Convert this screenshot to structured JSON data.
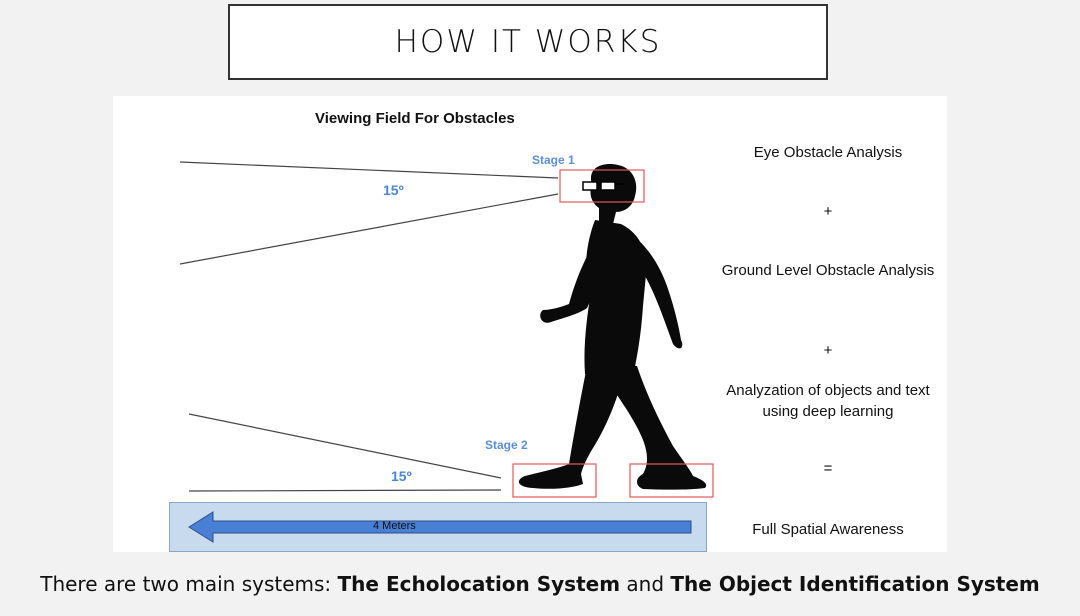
{
  "title": "HOW IT WORKS",
  "diagram": {
    "title": "Viewing Field For Obstacles",
    "stage1_label": "Stage 1",
    "stage2_label": "Stage 2",
    "angle1": "15º",
    "angle2": "15º",
    "distance_label": "4 Meters"
  },
  "equation": {
    "line1": "Eye Obstacle Analysis",
    "plus1": "+",
    "line2": "Ground Level Obstacle Analysis",
    "plus2": "+",
    "line3": "Analyzation of objects and text using deep learning",
    "equals": "=",
    "result": "Full Spatial Awareness"
  },
  "footer": {
    "prefix": "There are two main systems: ",
    "system1": "The Echolocation System",
    "conjunction": " and ",
    "system2": "The Object Identification System"
  },
  "colors": {
    "box_outline": "#e05a5a",
    "arrow": "#4a7fd6",
    "bar": "#c8daee",
    "label_blue": "#5b8fd9"
  }
}
